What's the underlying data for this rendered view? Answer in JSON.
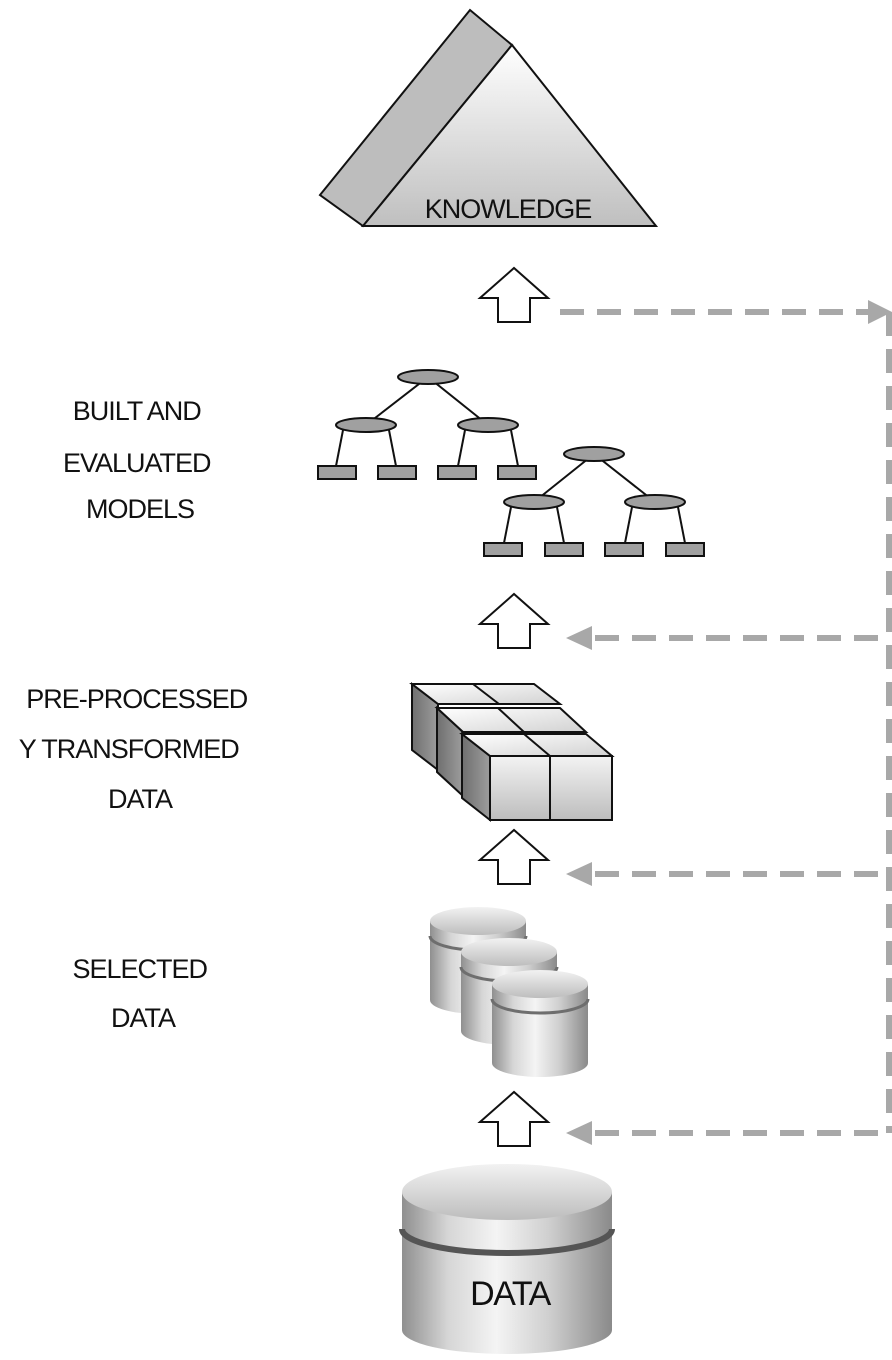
{
  "stages": {
    "knowledge": {
      "label": "KNOWLEDGE"
    },
    "models": {
      "label_lines": [
        "BUILT AND",
        "EVALUATED",
        "MODELS"
      ]
    },
    "transformed": {
      "label_lines": [
        "PRE-PROCESSED",
        "Y TRANSFORMED",
        "DATA"
      ]
    },
    "selected": {
      "label_lines": [
        "SELECTED",
        "DATA"
      ]
    },
    "data": {
      "label": "DATA"
    }
  },
  "colors": {
    "feedback_line": "#a8a8a8",
    "node_fill": "#a0a0a0",
    "outline": "#111111",
    "pyramid_side": "#bdbdbd"
  }
}
